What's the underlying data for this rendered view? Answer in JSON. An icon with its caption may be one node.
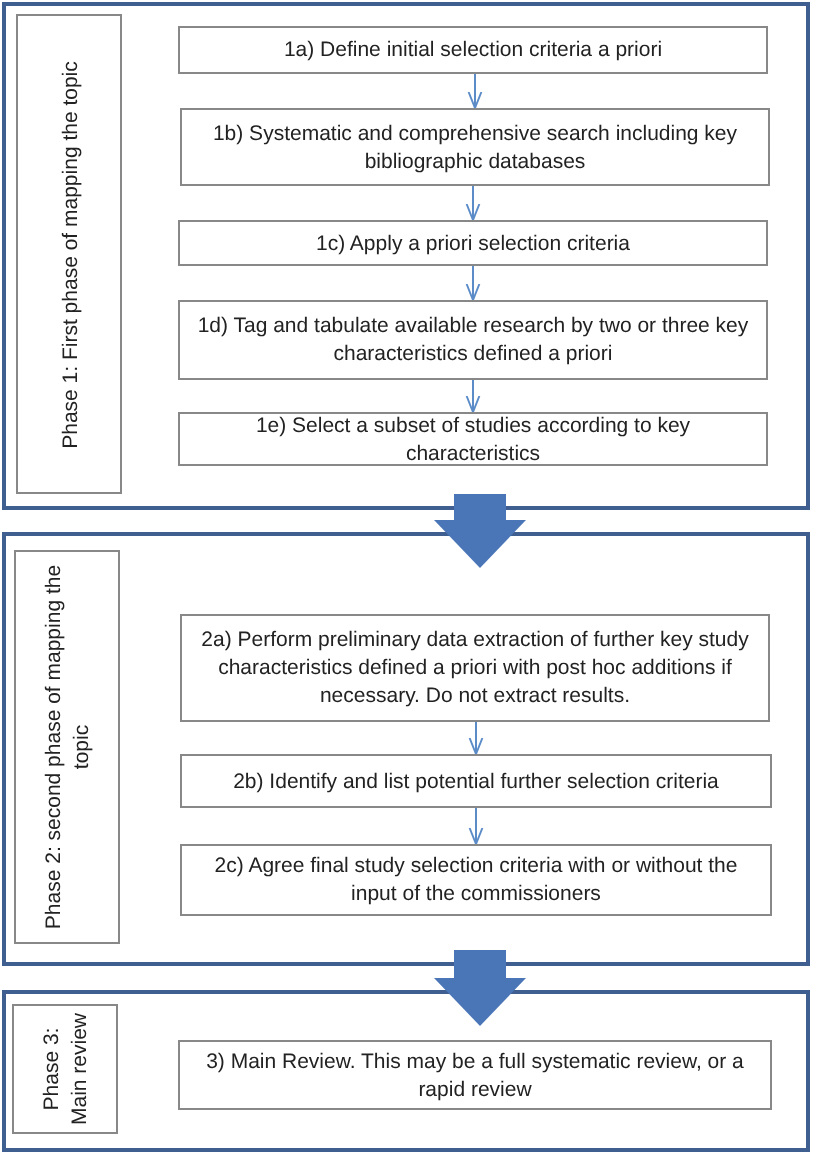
{
  "diagram": {
    "nodes": [
      {
        "text": [],
        "shape": "box"
      },
      {
        "text": [
          "Phase 1: First phase of mapping the topic"
        ],
        "in": 0
      },
      {
        "text": [
          "1a) Define initial selection criteria a priori"
        ],
        "in": 0
      },
      {
        "text": [
          "1b) Systematic and comprehensive search including key bibliographic databases"
        ],
        "in": 0
      },
      {
        "text": [
          "1c) Apply a priori selection criteria"
        ],
        "in": 0
      },
      {
        "text": [
          "1d) Tag and tabulate available research by two or three key characteristics defined a priori"
        ],
        "in": 0
      },
      {
        "text": [
          "1e) Select a subset of studies according to key characteristics"
        ],
        "in": 0
      },
      {
        "text": [],
        "shape": "box"
      },
      {
        "text": [
          "Phase 2: second phase of mapping the topic"
        ],
        "in": 7
      },
      {
        "text": [
          "2a) Perform preliminary data extraction of further key study characteristics defined a priori with post hoc additions if necessary. Do not extract results."
        ],
        "in": 7
      },
      {
        "text": [
          "2b) Identify and list potential further selection criteria"
        ],
        "in": 7
      },
      {
        "text": [
          "2c) Agree final study selection criteria with or without the input of the commissioners"
        ],
        "in": 7
      },
      {
        "text": [],
        "shape": "box"
      },
      {
        "text": [
          "Phase 3: Main review"
        ],
        "in": 12
      },
      {
        "text": [
          "3) Main Review. This may be a full systematic review, or a rapid review"
        ],
        "in": 12
      }
    ],
    "edges": [
      {
        "from": 2,
        "to": 3,
        "arrow": "to"
      },
      {
        "from": 3,
        "to": 4,
        "arrow": "to"
      },
      {
        "from": 4,
        "to": 5,
        "arrow": "to"
      },
      {
        "from": 5,
        "to": 6,
        "arrow": "to"
      },
      {
        "from": 0,
        "to": 7,
        "arrow": "to",
        "style": "thick",
        "color": "#4a76b8"
      },
      {
        "from": 9,
        "to": 10,
        "arrow": "to"
      },
      {
        "from": 10,
        "to": 11,
        "arrow": "to"
      },
      {
        "from": 7,
        "to": 12,
        "arrow": "to",
        "style": "thick",
        "color": "#4a76b8"
      }
    ]
  }
}
